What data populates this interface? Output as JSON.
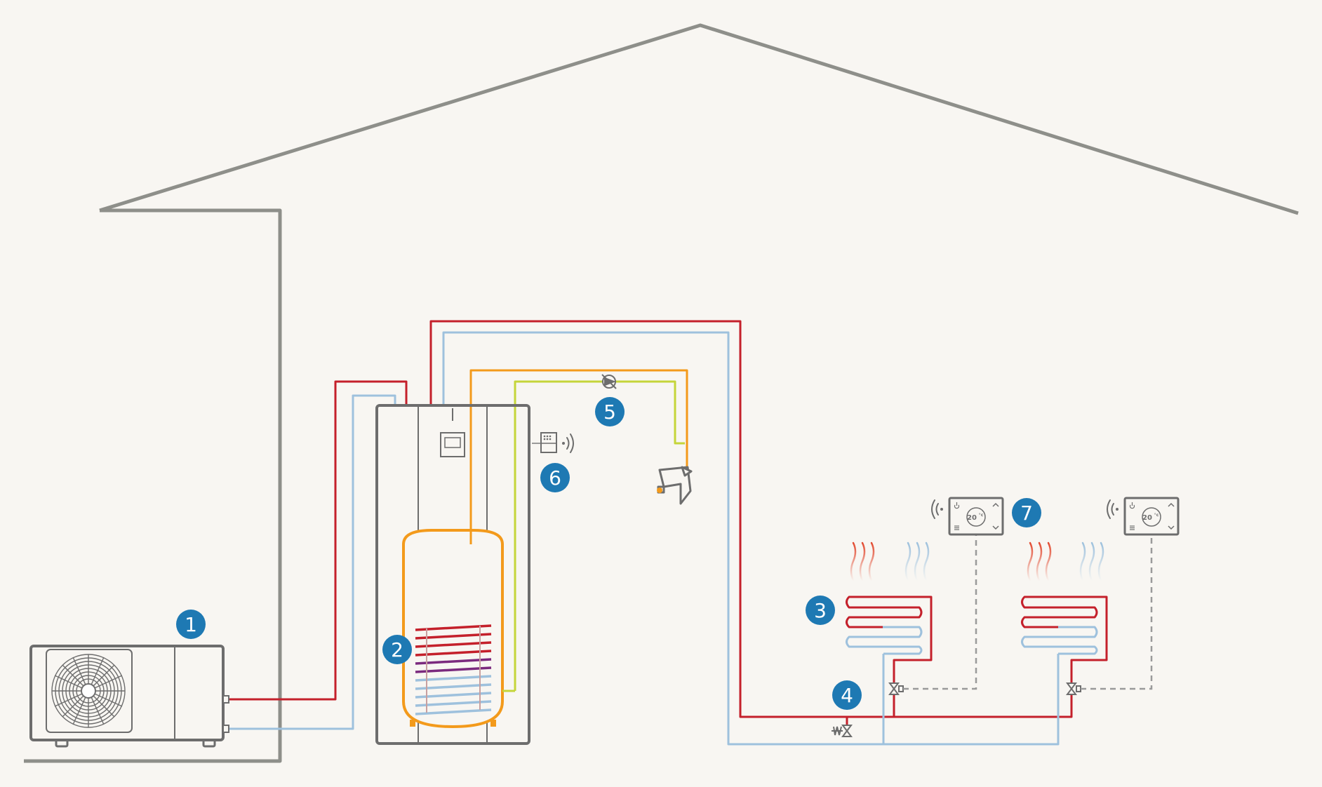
{
  "colors": {
    "background": "#f8f6f2",
    "house_outline": "#8e8f8a",
    "unit_outline": "#6d6d6d",
    "flow_red": "#c4202b",
    "return_blue": "#9ec1dd",
    "hot_water_orange": "#f39a1b",
    "cold_water_green": "#c5d53a",
    "coil_purple": "#7b2a7e",
    "badge_blue": "#1e79b3",
    "control_dashed": "#9a9a9a"
  },
  "badges": [
    {
      "number": "1",
      "component": "outdoor-heat-pump-unit"
    },
    {
      "number": "2",
      "component": "hot-water-cylinder-coil"
    },
    {
      "number": "3",
      "component": "underfloor-heating-loop"
    },
    {
      "number": "4",
      "component": "mixing-valve"
    },
    {
      "number": "5",
      "component": "circulation-pump"
    },
    {
      "number": "6",
      "component": "wireless-controller"
    },
    {
      "number": "7",
      "component": "room-thermostat"
    }
  ],
  "thermostats": [
    {
      "temperature": "20",
      "unit": "°c"
    },
    {
      "temperature": "20",
      "unit": "°c"
    }
  ],
  "icons": [
    "wifi-icon",
    "power-icon",
    "menu-icon",
    "chevron-up-icon",
    "chevron-down-icon",
    "tap-icon",
    "pump-icon",
    "fan-icon"
  ]
}
